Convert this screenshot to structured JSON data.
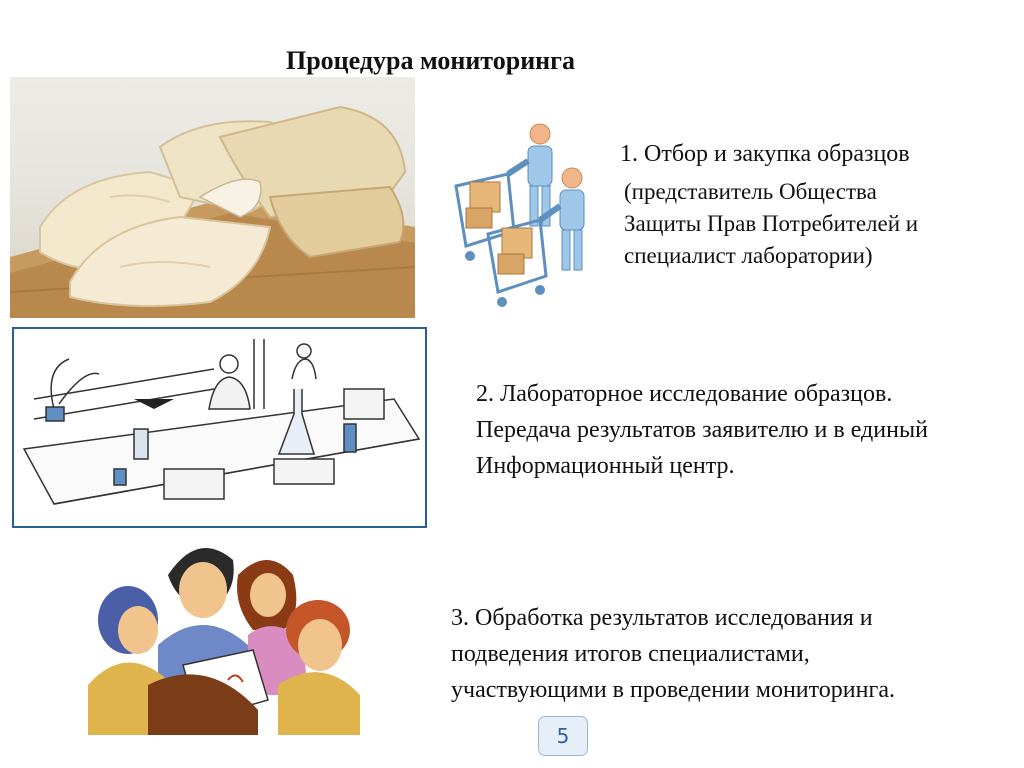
{
  "slide": {
    "title": "Процедура мониторинга",
    "steps": [
      {
        "heading": "1. Отбор и закупка образцов",
        "detail_lines": [
          "(представитель Общества",
          "Защиты Прав Потребителей и",
          "специалист лаборатории)"
        ]
      },
      {
        "lines": [
          "2. Лабораторное исследование образцов.",
          "Передача результатов заявителю и в единый",
          "Информационный центр."
        ]
      },
      {
        "lines": [
          "3. Обработка результатов исследования и",
          "подведения итогов специалистами,",
          "участвующими в проведении мониторинга."
        ]
      }
    ],
    "page_number": "5"
  }
}
